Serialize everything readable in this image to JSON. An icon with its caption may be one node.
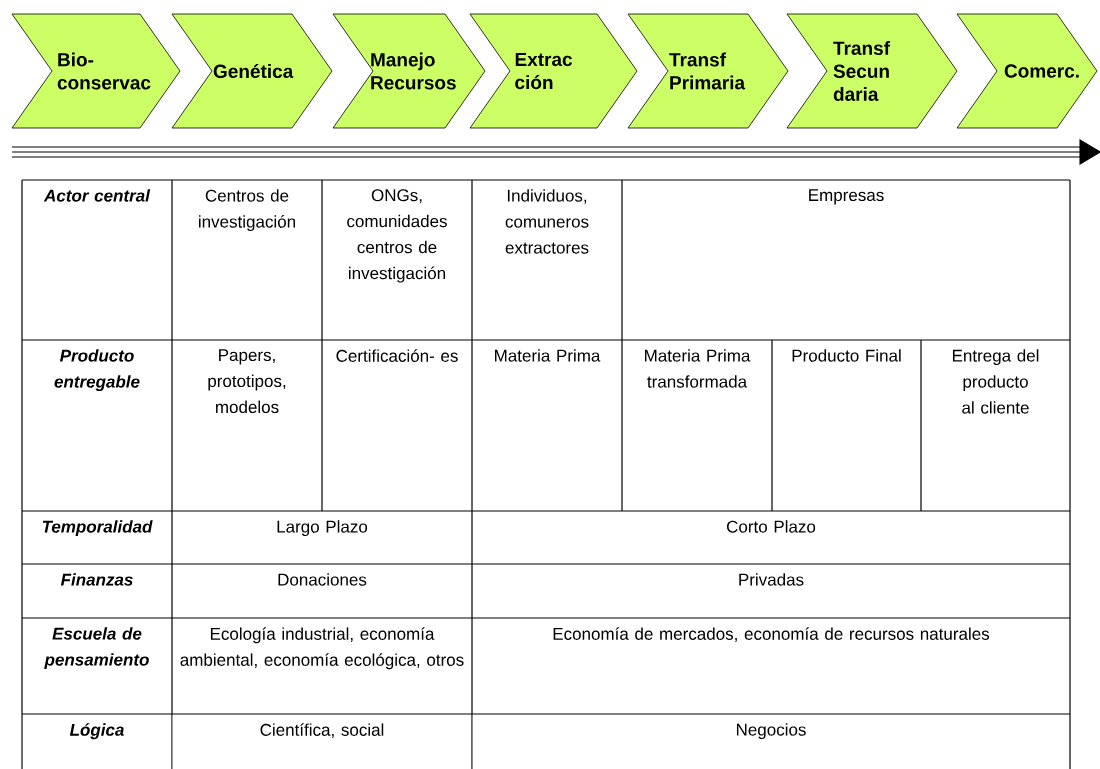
{
  "diagram": {
    "nodes": [
      {
        "text": [
          "Bio- conservac"
        ]
      },
      {
        "text": [
          "Genética"
        ]
      },
      {
        "text": [
          "Manejo Recursos"
        ]
      },
      {
        "text": [
          "Extrac ción"
        ]
      },
      {
        "text": [
          "Transf Primaria"
        ]
      },
      {
        "text": [
          "Transf Secun daria"
        ]
      },
      {
        "text": [
          "Comerc."
        ]
      }
    ],
    "labels": [
      "Actor central",
      "Centros de investigación",
      "ONGs, comunidades centros de investigación",
      "Individuos, comuneros extractores",
      "Empresas",
      "Producto entregable",
      "Papers, prototipos, modelos",
      "Certificación- es",
      "Materia Prima",
      "Materia Prima transformada",
      "Producto Final",
      "Entrega del producto al cliente",
      "Temporalidad",
      "Largo Plazo",
      "Corto Plazo",
      "Finanzas",
      "Donaciones",
      "Privadas",
      "Escuela de pensamiento",
      "Ecología industrial, economía ambiental, economía ecológica, otros",
      "Economía de mercados, economía de recursos naturales",
      "Lógica",
      "Científica, social",
      "Negocios"
    ]
  }
}
